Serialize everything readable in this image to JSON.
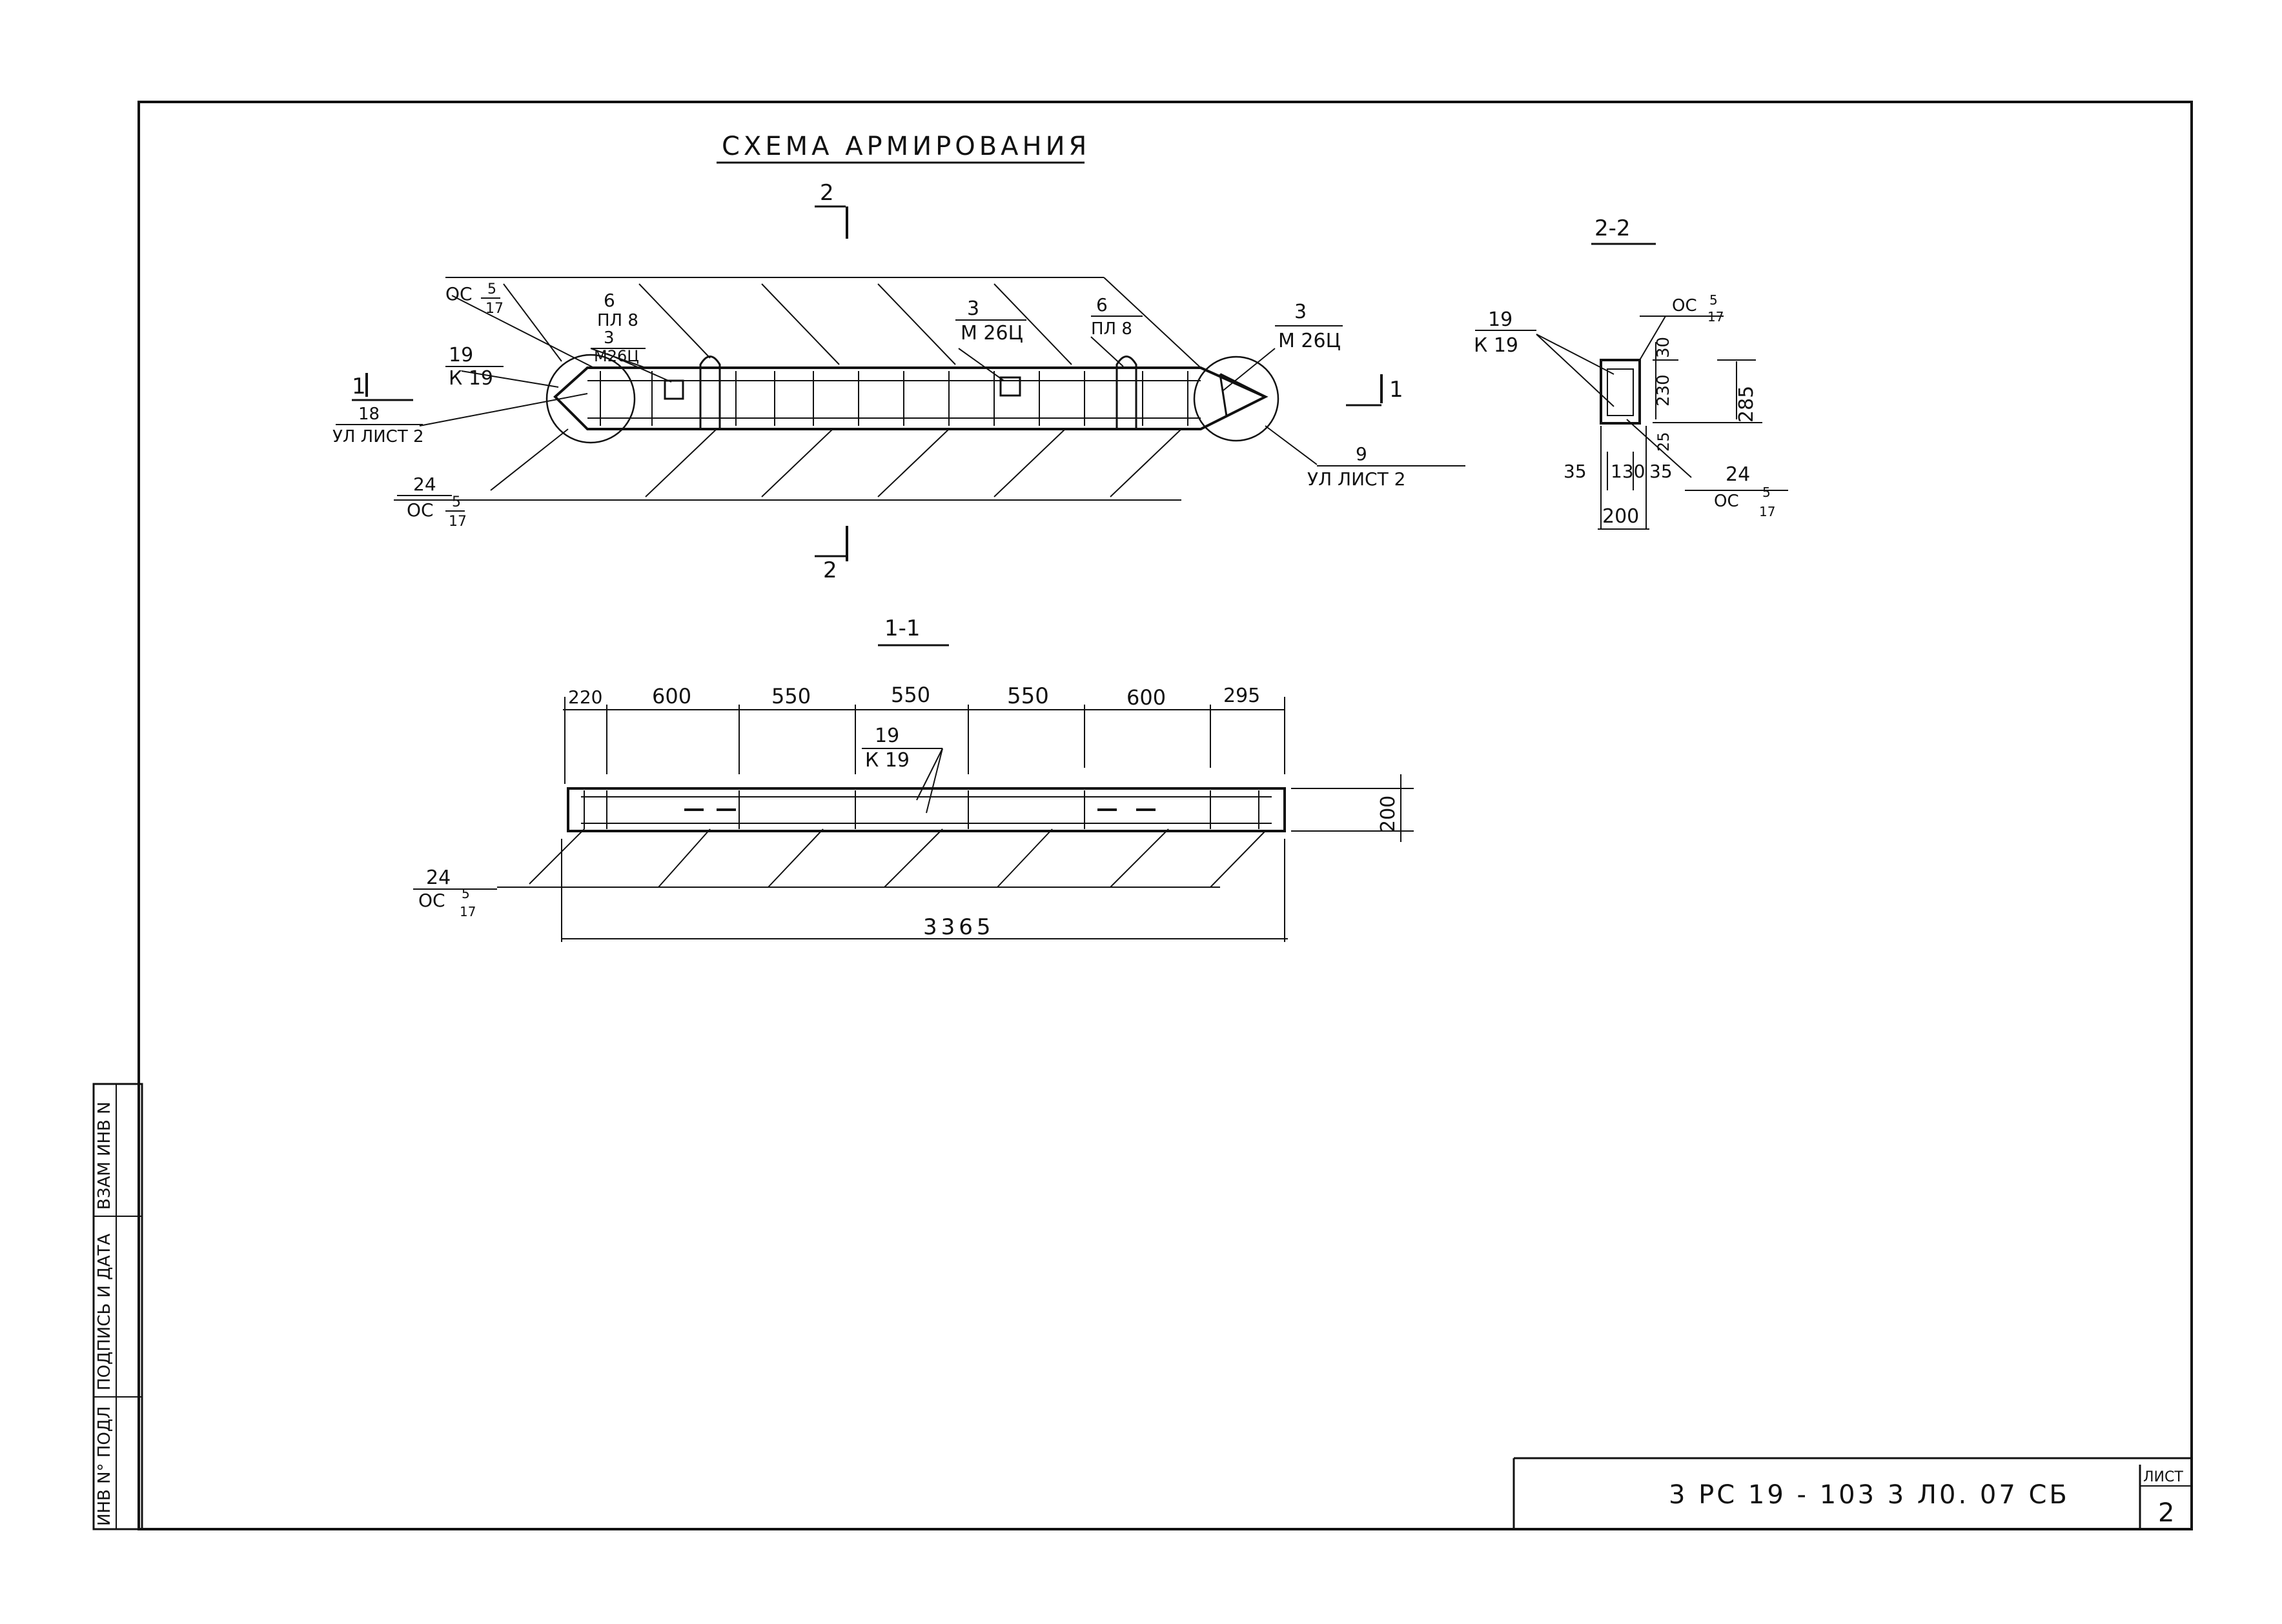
{
  "title": "СХЕМА АРМИРОВАНИЯ",
  "section_marks": {
    "top_2": "2",
    "bottom_2": "2",
    "left_1": "1",
    "right_1": "1",
    "section_11_title": "1-1",
    "section_22_title": "2-2"
  },
  "main_view": {
    "os_top_num": "ОС",
    "os_top_frac_num": "5",
    "os_top_frac_den": "17",
    "pl8_left_num": "6",
    "pl8_left_label": "ПЛ 8",
    "m26_left_num": "3",
    "m26_left_label": "М26Ц",
    "k19_num": "19",
    "k19_label": "К 19",
    "ul_left_num": "18",
    "ul_left_label": "УЛ ЛИСТ 2",
    "m26_mid_num": "3",
    "m26_mid_label": "М 26Ц",
    "pl8_right_num": "6",
    "pl8_right_label": "ПЛ 8",
    "m26_right_num": "3",
    "m26_right_label": "М 26Ц",
    "ul_right_num": "9",
    "ul_right_label": "УЛ ЛИСТ 2",
    "os_bot_num": "24",
    "os_bot_label": "ОС",
    "os_bot_frac_num": "5",
    "os_bot_frac_den": "17"
  },
  "section_22": {
    "k19_num": "19",
    "k19_label": "К 19",
    "os_top": "ОС",
    "os_top_frac_den": "17",
    "os_top_frac_num": "5",
    "dim_30": "30",
    "dim_230": "230",
    "dim_25": "25",
    "dim_285": "285",
    "dim_35_left": "35",
    "dim_130": "130",
    "dim_35_right": "35",
    "dim_200": "200",
    "os_bot_num": "24",
    "os_bot_label": "ОС",
    "os_bot_frac_num": "5",
    "os_bot_frac_den": "17"
  },
  "section_11": {
    "dims": [
      "220",
      "600",
      "550",
      "550",
      "550",
      "600",
      "295"
    ],
    "k19_num": "19",
    "k19_label": "К 19",
    "height_dim": "200",
    "total_dim": "3365",
    "os_num": "24",
    "os_label": "ОС",
    "os_frac_num": "5",
    "os_frac_den": "17"
  },
  "side_stamp": {
    "col1": "ИНВ N° ПОДЛ",
    "col2": "ПОДПИСЬ И ДАТА",
    "col3": "ВЗАМ ИНВ N"
  },
  "title_block": {
    "code": "3 РС 19 - 103   3 Л0. 07 СБ",
    "sheet_label": "ЛИСТ",
    "sheet_no": "2"
  }
}
